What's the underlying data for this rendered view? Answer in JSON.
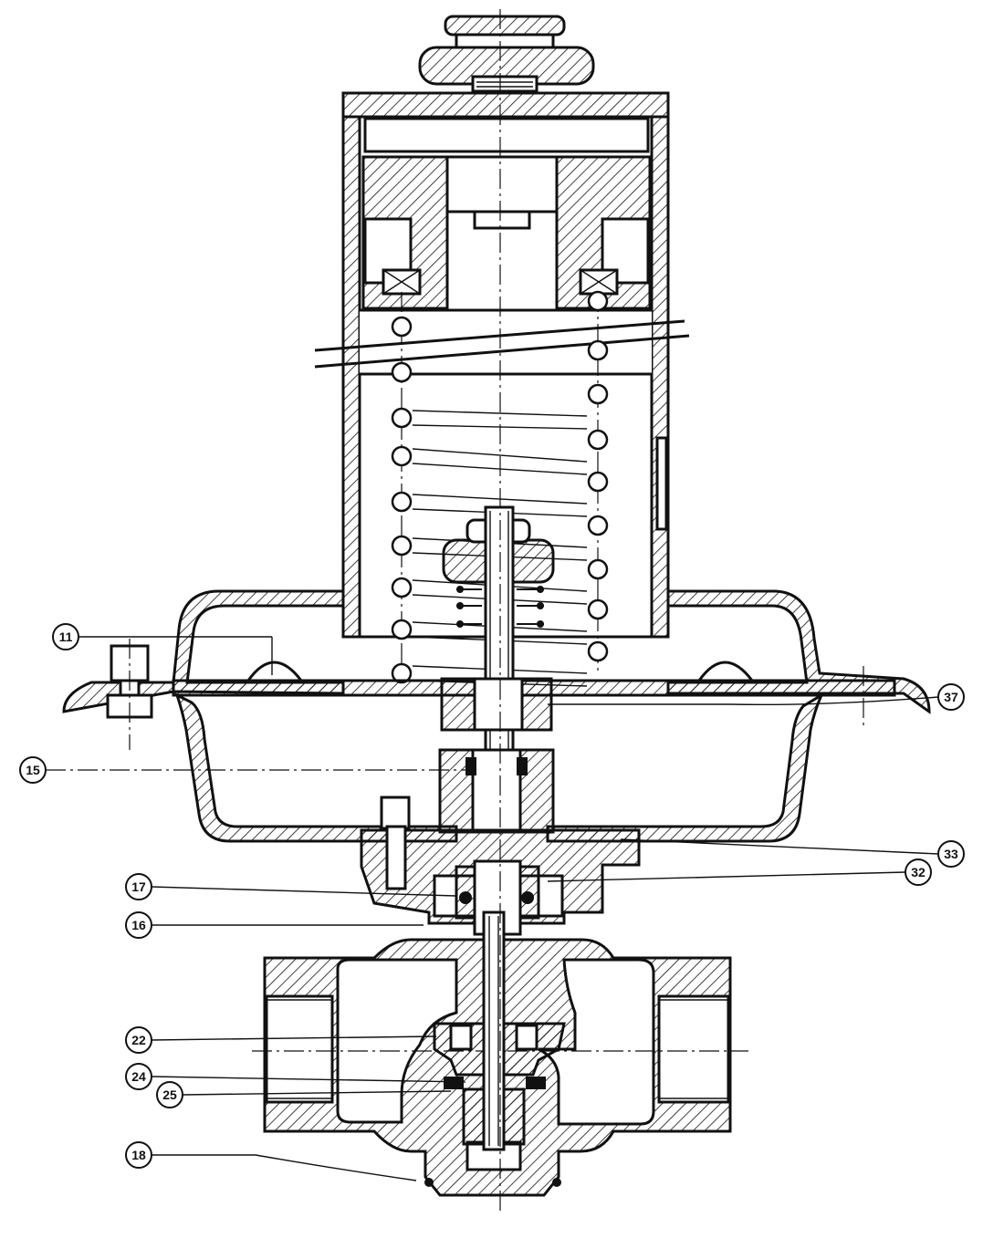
{
  "diagram": {
    "callouts": [
      {
        "id": "c11",
        "label": "11"
      },
      {
        "id": "c15",
        "label": "15"
      },
      {
        "id": "c17",
        "label": "17"
      },
      {
        "id": "c16",
        "label": "16"
      },
      {
        "id": "c22",
        "label": "22"
      },
      {
        "id": "c24",
        "label": "24"
      },
      {
        "id": "c25",
        "label": "25"
      },
      {
        "id": "c18",
        "label": "18"
      },
      {
        "id": "c37",
        "label": "37"
      },
      {
        "id": "c33",
        "label": "33"
      },
      {
        "id": "c32",
        "label": "32"
      }
    ]
  }
}
